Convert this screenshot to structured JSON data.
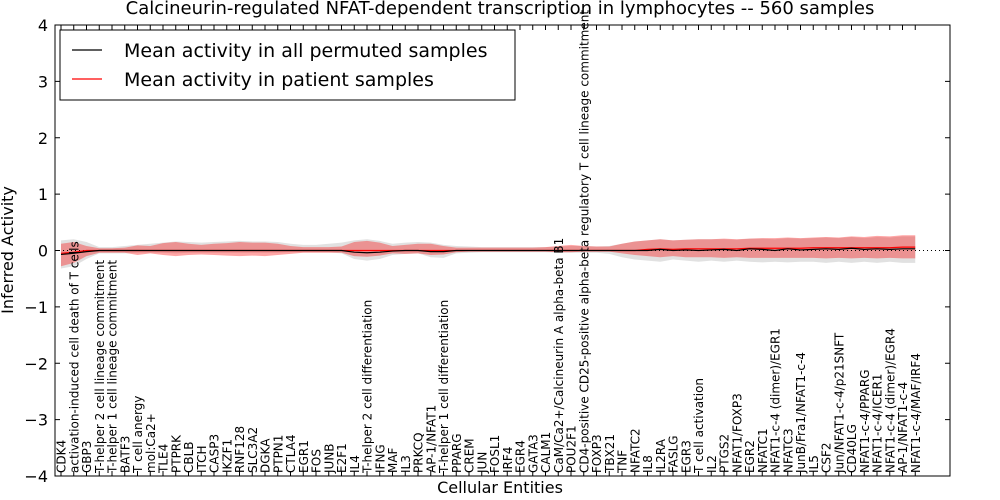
{
  "chart_data": {
    "type": "line",
    "title": "Calcineurin-regulated NFAT-dependent transcription in lymphocytes -- 560 samples",
    "xlabel": "Cellular Entities",
    "ylabel": "Inferred Activity",
    "ylim": [
      -4,
      4
    ],
    "yticks": [
      "4",
      "3",
      "2",
      "1",
      "0",
      "−1",
      "−2",
      "−3",
      "−4"
    ],
    "ytick_values": [
      4,
      3,
      2,
      1,
      0,
      -1,
      -2,
      -3,
      -4
    ],
    "grid": false,
    "legend_position": "top-left",
    "categories": [
      "CDK4",
      "activation-induced cell death of T cells",
      "GBP3",
      "T-helper 2 cell lineage commitment",
      "T-helper 1 cell lineage commitment",
      "BATF3",
      "T cell anergy",
      "mol:Ca2+",
      "TLE4",
      "PTPRK",
      "CBLB",
      "ITCH",
      "CASP3",
      "IKZF1",
      "RNF128",
      "SLC3A2",
      "DGKA",
      "PTPN1",
      "CTLA4",
      "EGR1",
      "FOS",
      "JUNB",
      "E2F1",
      "IL4",
      "T-helper 2 cell differentiation",
      "IFNG",
      "MAF",
      "IL3",
      "PRKCQ",
      "AP-1/NFAT1",
      "T-helper 1 cell differentiation",
      "PPARG",
      "CREM",
      "JUN",
      "FOSL1",
      "IRF4",
      "EGR4",
      "GATA3",
      "CALM1",
      "CaM/Ca2+/Calcineurin A alpha-beta B1",
      "POU2F1",
      "CD4-positive CD25-positive alpha-beta regulatory T cell lineage commitment",
      "FOXP3",
      "TBX21",
      "TNF",
      "NFATC2",
      "IL8",
      "IL2RA",
      "FASLG",
      "EGR3",
      "T cell activation",
      "IL2",
      "PTGS2",
      "NFAT1/FOXP3",
      "EGR2",
      "NFATC1",
      "NFAT1-c-4 (dimer)/EGR1",
      "NFATC3",
      "JunB/Fra1/NFAT1-c-4",
      "IL5",
      "CSF2",
      "Jun/NFAT1-c-4/p21SNFT",
      "CD40LG",
      "NFAT1-c-4/PPARG",
      "NFAT1-c-4/ICER1",
      "NFAT1-c-4 (dimer)/EGR4",
      "AP-1/NFAT1-c-4",
      "NFAT1-c-4/MAF/IRF4"
    ],
    "series": [
      {
        "name": "Mean activity in all permuted samples",
        "color": "#000000",
        "style": "solid",
        "values": [
          -0.07,
          -0.05,
          -0.02,
          0.0,
          0.0,
          0.0,
          0.0,
          0.0,
          0.0,
          0.0,
          0.0,
          0.0,
          0.0,
          0.0,
          0.0,
          0.0,
          0.0,
          0.0,
          0.0,
          0.0,
          0.0,
          0.0,
          0.0,
          -0.03,
          -0.04,
          -0.03,
          -0.01,
          0.0,
          0.0,
          -0.02,
          -0.02,
          0.0,
          0.0,
          0.0,
          0.0,
          0.0,
          0.0,
          0.0,
          0.0,
          0.0,
          0.0,
          0.0,
          0.0,
          0.0,
          0.0,
          0.0,
          0.0,
          0.02,
          0.0,
          0.01,
          0.0,
          0.01,
          0.02,
          0.0,
          0.03,
          0.02,
          0.0,
          0.03,
          0.01,
          0.02,
          0.03,
          0.02,
          0.04,
          0.02,
          0.03,
          0.02,
          0.03,
          0.03
        ],
        "lower": [
          -0.32,
          -0.28,
          -0.15,
          -0.05,
          -0.05,
          -0.05,
          -0.04,
          -0.04,
          -0.04,
          -0.05,
          -0.04,
          -0.04,
          -0.04,
          -0.04,
          -0.04,
          -0.04,
          -0.04,
          -0.04,
          -0.03,
          -0.03,
          -0.03,
          -0.03,
          -0.05,
          -0.15,
          -0.18,
          -0.15,
          -0.08,
          -0.06,
          -0.05,
          -0.12,
          -0.13,
          -0.05,
          -0.04,
          -0.03,
          -0.03,
          -0.03,
          -0.03,
          -0.03,
          -0.03,
          -0.04,
          -0.04,
          -0.04,
          -0.04,
          -0.06,
          -0.12,
          -0.16,
          -0.18,
          -0.2,
          -0.16,
          -0.18,
          -0.2,
          -0.18,
          -0.2,
          -0.18,
          -0.2,
          -0.21,
          -0.2,
          -0.21,
          -0.2,
          -0.2,
          -0.22,
          -0.2,
          -0.22,
          -0.2,
          -0.22,
          -0.2,
          -0.22,
          -0.22
        ],
        "upper": [
          0.18,
          0.2,
          0.15,
          0.06,
          0.06,
          0.08,
          0.1,
          0.12,
          0.14,
          0.16,
          0.15,
          0.14,
          0.15,
          0.16,
          0.17,
          0.16,
          0.16,
          0.15,
          0.12,
          0.1,
          0.1,
          0.12,
          0.14,
          0.18,
          0.2,
          0.17,
          0.12,
          0.14,
          0.15,
          0.14,
          0.1,
          0.08,
          0.07,
          0.06,
          0.06,
          0.06,
          0.06,
          0.06,
          0.06,
          0.07,
          0.08,
          0.08,
          0.07,
          0.08,
          0.12,
          0.16,
          0.18,
          0.2,
          0.18,
          0.19,
          0.2,
          0.2,
          0.2,
          0.19,
          0.21,
          0.21,
          0.2,
          0.22,
          0.21,
          0.22,
          0.23,
          0.22,
          0.24,
          0.22,
          0.24,
          0.23,
          0.25,
          0.25
        ]
      },
      {
        "name": "Mean activity in patient samples",
        "color": "#ff0000",
        "style": "solid",
        "values": [
          -0.05,
          -0.03,
          0.0,
          0.0,
          0.0,
          0.0,
          0.0,
          0.0,
          0.0,
          0.0,
          0.0,
          0.0,
          0.0,
          0.0,
          0.0,
          0.0,
          0.0,
          0.0,
          0.0,
          0.0,
          0.0,
          0.0,
          0.0,
          0.0,
          0.0,
          0.0,
          0.0,
          0.0,
          0.0,
          0.0,
          0.0,
          0.0,
          0.0,
          0.0,
          0.0,
          0.0,
          0.0,
          0.0,
          0.0,
          0.0,
          0.0,
          0.0,
          0.0,
          0.0,
          0.0,
          0.0,
          0.02,
          0.03,
          0.02,
          0.03,
          0.03,
          0.03,
          0.03,
          0.03,
          0.04,
          0.04,
          0.04,
          0.04,
          0.04,
          0.05,
          0.05,
          0.05,
          0.05,
          0.05,
          0.05,
          0.05,
          0.06,
          0.06
        ],
        "lower": [
          -0.28,
          -0.22,
          -0.1,
          -0.04,
          -0.04,
          -0.04,
          -0.08,
          -0.05,
          -0.08,
          -0.1,
          -0.08,
          -0.07,
          -0.08,
          -0.09,
          -0.1,
          -0.09,
          -0.1,
          -0.08,
          -0.06,
          -0.04,
          -0.04,
          -0.04,
          -0.04,
          -0.1,
          -0.11,
          -0.09,
          -0.05,
          -0.06,
          -0.05,
          -0.08,
          -0.07,
          -0.03,
          -0.02,
          -0.02,
          -0.02,
          -0.02,
          -0.02,
          -0.02,
          -0.02,
          -0.03,
          -0.03,
          -0.02,
          -0.02,
          -0.02,
          -0.05,
          -0.08,
          -0.1,
          -0.12,
          -0.1,
          -0.12,
          -0.12,
          -0.12,
          -0.13,
          -0.12,
          -0.13,
          -0.13,
          -0.13,
          -0.13,
          -0.13,
          -0.13,
          -0.14,
          -0.13,
          -0.14,
          -0.13,
          -0.14,
          -0.13,
          -0.14,
          -0.14
        ],
        "upper": [
          0.12,
          0.15,
          0.08,
          0.04,
          0.04,
          0.05,
          0.09,
          0.08,
          0.13,
          0.15,
          0.12,
          0.1,
          0.12,
          0.13,
          0.15,
          0.14,
          0.14,
          0.12,
          0.08,
          0.06,
          0.06,
          0.06,
          0.07,
          0.15,
          0.17,
          0.14,
          0.08,
          0.1,
          0.12,
          0.12,
          0.08,
          0.05,
          0.05,
          0.05,
          0.05,
          0.05,
          0.05,
          0.05,
          0.06,
          0.08,
          0.1,
          0.08,
          0.07,
          0.07,
          0.12,
          0.16,
          0.18,
          0.2,
          0.18,
          0.19,
          0.2,
          0.2,
          0.21,
          0.2,
          0.21,
          0.22,
          0.22,
          0.23,
          0.22,
          0.23,
          0.24,
          0.23,
          0.25,
          0.24,
          0.26,
          0.25,
          0.27,
          0.27
        ]
      }
    ],
    "colors": {
      "permuted_band": "#aaaaaa",
      "patient_band": "#ff0000",
      "baseline": "#000000"
    }
  }
}
